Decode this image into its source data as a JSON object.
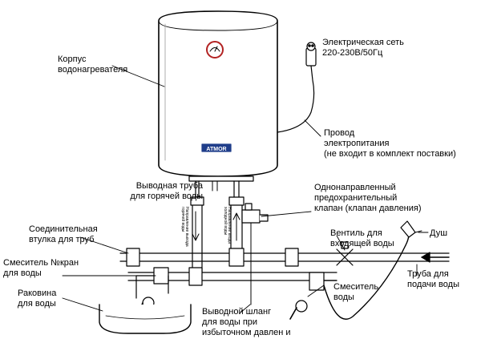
{
  "labels": {
    "body": "Корпус\nводонагревателя",
    "power_net": "Электрическая сеть\n220-230В/50Гц",
    "power_cable": "Провод\nэлектропитания\n(не входит в комплект поставки)",
    "hot_outlet": "Выводная труба\nдля горячей воды",
    "check_valve": "Однонаправленный\nпредохранительный\nклапан (клапан давления)",
    "coupling": "Соединительная\nвтулка для труб",
    "inlet_valve": "Вентиль для\nвходящей воды",
    "shower": "Душ",
    "mixer_tap": "Смеситель №кран\nдля воды",
    "supply_pipe": "Труба для\nподачи воды",
    "sink": "Раковина\nдля воды",
    "drain_hose": "Выводной шланг\nдля воды при\nизбыточном давлен и",
    "mixer": "Смеситель\nводы"
  },
  "vertical_notes": {
    "hot_pipe_note": "Направление выхода\nгорячей воды",
    "cold_pipe_note": "Направление входа\nхолодной воды"
  },
  "brand_label": "ATMOR",
  "colors": {
    "line": "#000000",
    "tank": "#ffffff",
    "brand": "#1f3d8a",
    "badge": "#b22222"
  },
  "icons": [
    "power-plug-icon",
    "shower-head-icon",
    "thermometer-badge-icon",
    "flow-arrow-icon"
  ]
}
